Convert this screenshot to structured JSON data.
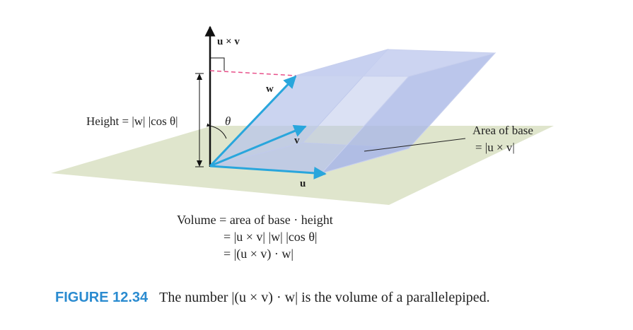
{
  "figure": {
    "number": "FIGURE 12.34",
    "caption": "The number |(u × v) · w| is the volume of a parallelepiped."
  },
  "labels": {
    "cross": "u × v",
    "w": "w",
    "v": "v",
    "u": "u",
    "theta": "θ",
    "height": "Height = |w| |cos θ|",
    "area_line1": "Area of base",
    "area_line2": "= |u × v|"
  },
  "equations": {
    "line1": "Volume = area of base · height",
    "line2": "= |u × v| |w| |cos θ|",
    "line3": "= |(u × v) · w|"
  },
  "colors": {
    "base_plane": "#dfe5cc",
    "solid": "#b7c3ea",
    "vector": "#29a6dc",
    "dashed": "#e8508a",
    "fig_number": "#2a8bd0"
  }
}
